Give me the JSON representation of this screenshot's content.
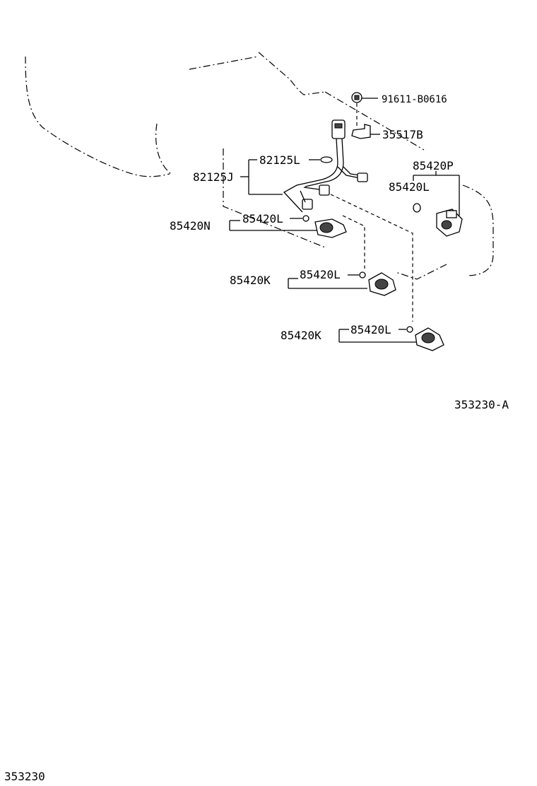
{
  "labels": {
    "bolt": "91611-B0616",
    "bracket": "35517B",
    "harness_clamp": "82125L",
    "wire_harness": "82125J",
    "sensor_right": "85420P",
    "seal_right": "85420L",
    "sensor_n": "85420N",
    "seal_n": "85420L",
    "sensor_k1": "85420K",
    "seal_k1": "85420L",
    "sensor_k2": "85420K",
    "seal_k2": "85420L",
    "figure_code": "353230-A",
    "page_code": "353230"
  }
}
